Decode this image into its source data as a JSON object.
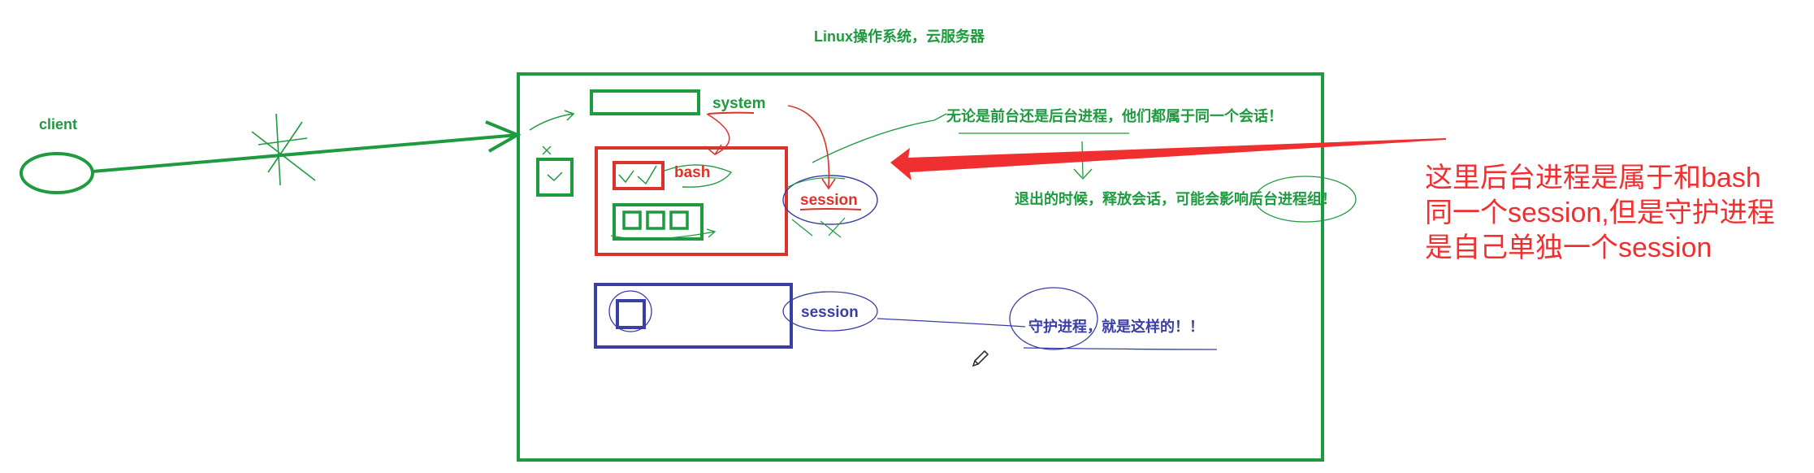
{
  "title": "Linux操作系统，云服务器",
  "labels": {
    "client": "client",
    "system": "system",
    "bash": "bash",
    "session_red": "session",
    "session_blue": "session"
  },
  "notes": {
    "foreground_background": "无论是前台还是后台进程，他们都属于同一个会话！",
    "exit_note": "退出的时候，释放会话，可能会影响后台进程组！",
    "daemon_note": "守护进程，就是这样的！！"
  },
  "annotation": {
    "lines": [
      "这里后台进程是属于和bash",
      "同一个session,但是守护进程",
      "是自己单独一个session"
    ]
  },
  "colors": {
    "green": "#1e9a3f",
    "red": "#d9342b",
    "blue": "#3a3fa6",
    "annotation_red": "#f03030"
  }
}
